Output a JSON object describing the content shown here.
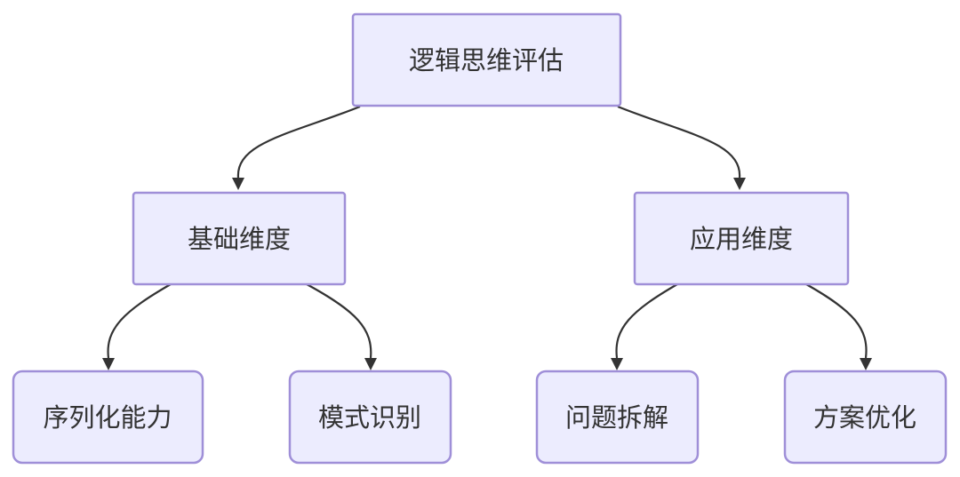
{
  "diagram": {
    "nodes": [
      {
        "id": "root",
        "label": "逻辑思维评估"
      },
      {
        "id": "basic",
        "label": "基础维度"
      },
      {
        "id": "applied",
        "label": "应用维度"
      },
      {
        "id": "sequencing",
        "label": "序列化能力"
      },
      {
        "id": "pattern",
        "label": "模式识别"
      },
      {
        "id": "decompose",
        "label": "问题拆解"
      },
      {
        "id": "optimize",
        "label": "方案优化"
      }
    ],
    "edges": [
      {
        "from": "root",
        "to": "basic"
      },
      {
        "from": "root",
        "to": "applied"
      },
      {
        "from": "basic",
        "to": "sequencing"
      },
      {
        "from": "basic",
        "to": "pattern"
      },
      {
        "from": "applied",
        "to": "decompose"
      },
      {
        "from": "applied",
        "to": "optimize"
      }
    ]
  }
}
